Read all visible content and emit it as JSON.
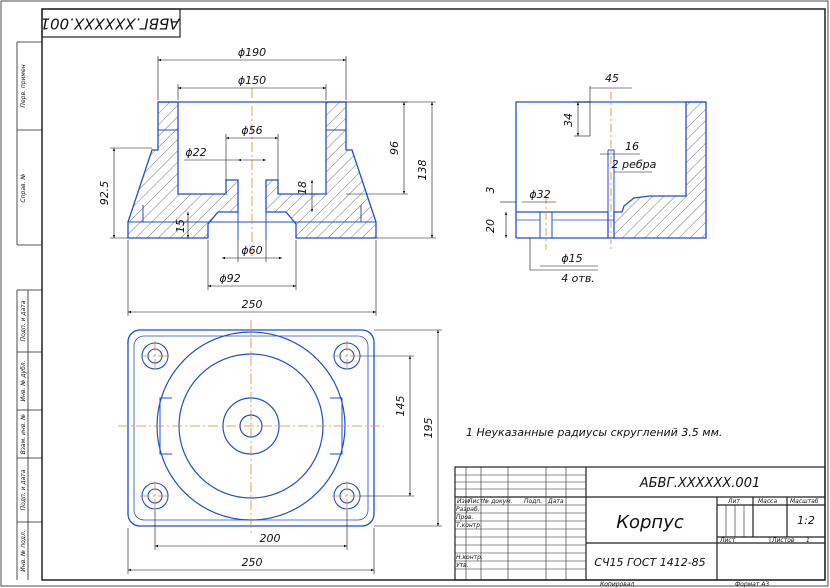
{
  "stamp": {
    "code_rotated": "АБВГ.XXXXXX.001"
  },
  "side_margin": {
    "labels": [
      "Перв. примен",
      "Справ. №",
      "Подп. и дата",
      "Инв. № дубл.",
      "Взам. инв. №",
      "Подп. и дата",
      "Инв. № подл."
    ]
  },
  "front_view": {
    "dims": {
      "d190": "ϕ190",
      "d150": "ϕ150",
      "d56": "ϕ56",
      "d22": "ϕ22",
      "h96": "96",
      "h138": "138",
      "h92": "92.5",
      "h18": "18",
      "h15": "15",
      "d60": "ϕ60",
      "d92": "ϕ92",
      "w250": "250"
    }
  },
  "side_view": {
    "dims": {
      "w45": "45",
      "h34": "34",
      "n16": "16",
      "ribs": "2 ребра",
      "h3": "3",
      "h20": "20",
      "d32": "ϕ32",
      "d15": "ϕ15",
      "holes": "4 отв."
    }
  },
  "top_view": {
    "dims": {
      "h145": "145",
      "h195": "195",
      "w200": "200",
      "w250": "250"
    }
  },
  "note": "1 Неуказанные радиусы скруглений 3.5 мм.",
  "title_block": {
    "designation": "АБВГ.XXXXXX.001",
    "name": "Корпус",
    "material": "СЧ15 ГОСТ 1412-85",
    "col_headers": [
      "Изм",
      "Лист",
      "№ докум.",
      "Подп.",
      "Дата"
    ],
    "row_labels": [
      "Разраб.",
      "Пров.",
      "Т.контр.",
      "",
      "Н.контр.",
      "Утв."
    ],
    "lit_label": "Лит",
    "mass_label": "Масса",
    "scale_label": "Масштаб",
    "scale_value": "1:2",
    "sheet_label": "Лист",
    "sheets_label": "Листов",
    "sheets_value": "1"
  },
  "footer": {
    "copied": "Копировал",
    "format": "Формат A3"
  }
}
